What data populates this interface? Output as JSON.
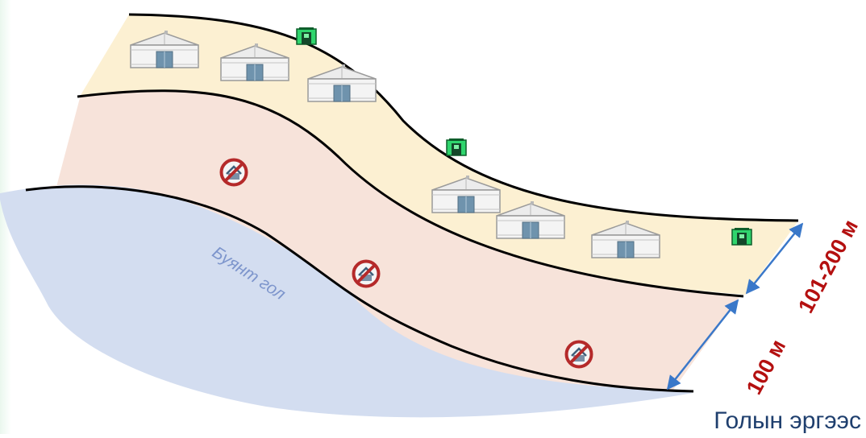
{
  "river": {
    "name": "Буянт гол"
  },
  "distances": {
    "inner": "100 м",
    "outer": "101-200 м"
  },
  "caption": {
    "text": "Голын эргээс"
  },
  "icons": {
    "yurt": "yurt-icon",
    "toilet": "outdoor-toilet-icon",
    "prohibited_building": "no-building-icon"
  },
  "colors": {
    "river": "#d3ddf0",
    "zone_100m": "#f7e3da",
    "zone_200m": "#fcf0d2",
    "boundary": "#000000",
    "arrow": "#3a78c9",
    "distance_text": "#b41010",
    "caption_text": "#1f3f6e",
    "river_label": "#7d95cc"
  }
}
